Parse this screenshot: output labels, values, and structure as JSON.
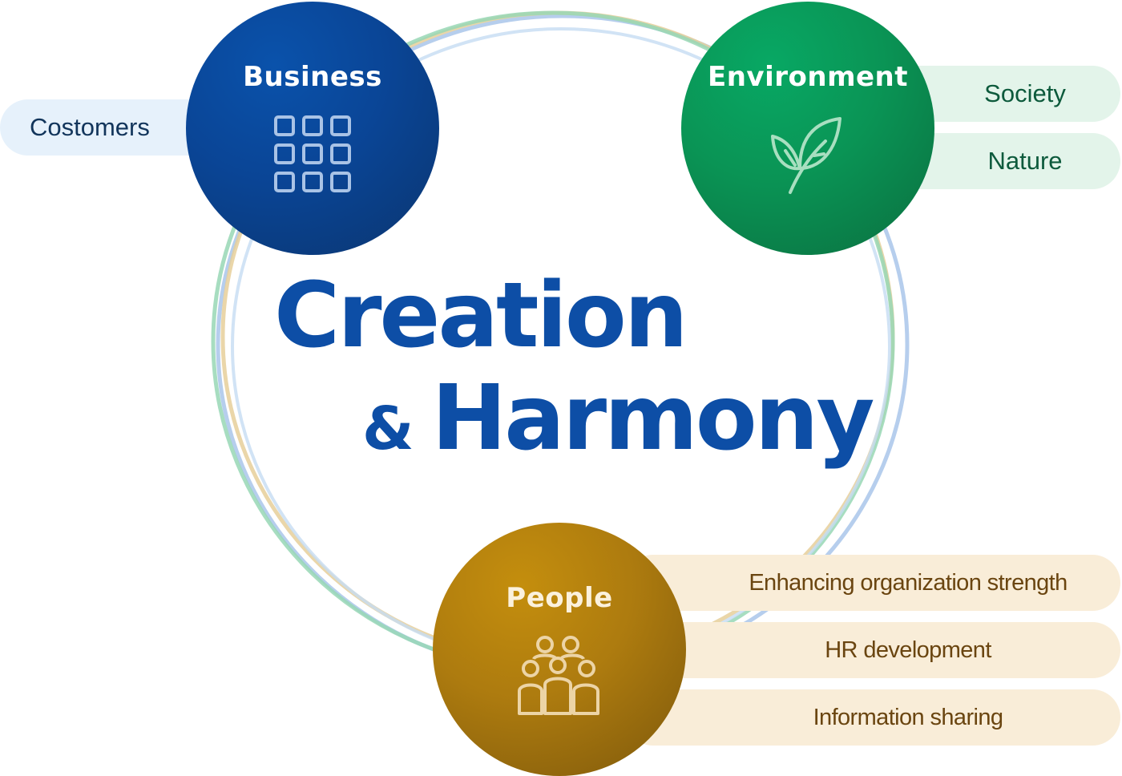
{
  "title": {
    "line1": "Creation",
    "ampersand": "&",
    "line2": "Harmony"
  },
  "nodes": {
    "business": {
      "label": "Business",
      "icon": "grid-icon",
      "color": "#0a4596",
      "items": [
        "Costomers"
      ]
    },
    "environment": {
      "label": "Environment",
      "icon": "leaf-icon",
      "color": "#0a9455",
      "items": [
        "Society",
        "Nature"
      ]
    },
    "people": {
      "label": "People",
      "icon": "people-group-icon",
      "color": "#ad7b0f",
      "items": [
        "Enhancing organization strength",
        "HR development",
        "Information sharing"
      ]
    }
  },
  "colors": {
    "title": "#0d4ea6",
    "ring_blue": "#a9c6ea",
    "ring_green": "#98d7b5",
    "ring_gold": "#e6cf9a"
  }
}
